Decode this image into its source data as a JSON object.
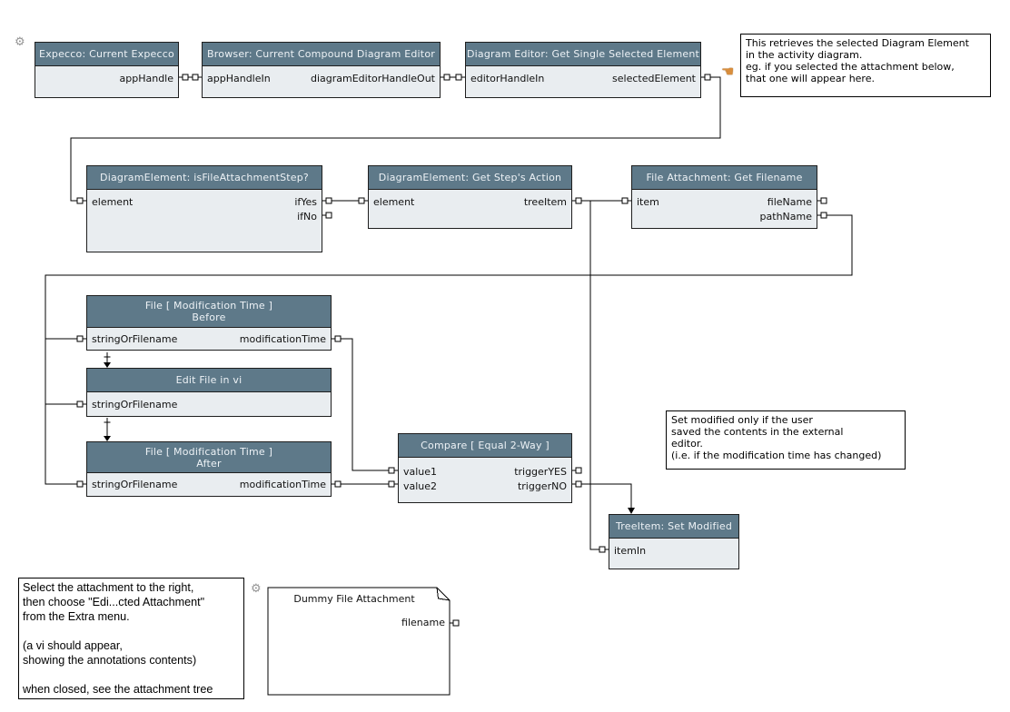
{
  "colors": {
    "canvas": "#ffffff",
    "block_header": "#5e7989",
    "block_body": "#e9edf0",
    "block_border": "#1e1e1e",
    "header_text": "#edf2f6",
    "label_text": "#111111",
    "wire": "#000000",
    "note_bg": "#ffffff",
    "hand_icon": "#d98e3d",
    "gear_icon": "#949494"
  },
  "blocks": [
    {
      "id": "expecco-current",
      "title": "Expecco: Current Expecco",
      "rows": [
        {
          "in": "",
          "out": "appHandle"
        }
      ]
    },
    {
      "id": "browser-editor",
      "title": "Browser: Current Compound Diagram Editor",
      "rows": [
        {
          "in": "appHandleIn",
          "out": "diagramEditorHandleOut"
        }
      ]
    },
    {
      "id": "get-selected-element",
      "title": "Diagram Editor: Get Single Selected Element",
      "rows": [
        {
          "in": "editorHandleIn",
          "out": "selectedElement"
        }
      ]
    },
    {
      "id": "is-file-attachment-step",
      "title": "DiagramElement: isFileAttachmentStep?",
      "rows": [
        {
          "in": "element",
          "out": "ifYes"
        },
        {
          "in": "",
          "out": "ifNo"
        }
      ]
    },
    {
      "id": "get-steps-action",
      "title": "DiagramElement: Get Step's Action",
      "rows": [
        {
          "in": "element",
          "out": "treeItem"
        }
      ]
    },
    {
      "id": "get-filename",
      "title": "File Attachment: Get Filename",
      "rows": [
        {
          "in": "item",
          "out": "fileName"
        },
        {
          "in": "",
          "out": "pathName"
        }
      ]
    },
    {
      "id": "file-mtime-before",
      "title": "File [ Modification Time ]",
      "subtitle": "Before",
      "rows": [
        {
          "in": "stringOrFilename",
          "out": "modificationTime"
        }
      ]
    },
    {
      "id": "edit-file-in-vi",
      "title": "Edit File in vi",
      "rows": [
        {
          "in": "stringOrFilename",
          "out": ""
        }
      ]
    },
    {
      "id": "file-mtime-after",
      "title": "File [ Modification Time ]",
      "subtitle": "After",
      "rows": [
        {
          "in": "stringOrFilename",
          "out": "modificationTime"
        }
      ]
    },
    {
      "id": "compare-equal-2way",
      "title": "Compare [ Equal 2-Way ]",
      "rows": [
        {
          "in": "value1",
          "out": "triggerYES"
        },
        {
          "in": "value2",
          "out": "triggerNO"
        }
      ]
    },
    {
      "id": "treeitem-set-modified",
      "title": "TreeItem: Set Modified",
      "rows": [
        {
          "in": "itemIn",
          "out": ""
        }
      ]
    }
  ],
  "attachment": {
    "title": "Dummy File Attachment",
    "output": "filename"
  },
  "notes": {
    "selected_element": {
      "lines": [
        "This retrieves the selected Diagram Element",
        "in the activity diagram.",
        "eg. if you selected the attachment below,",
        "that one will appear here."
      ]
    },
    "set_modified": {
      "lines": [
        "Set modified only if the user",
        "saved the contents in the external",
        "editor.",
        "(i.e. if the modification time has changed)"
      ]
    },
    "instructions": {
      "lines": [
        "Select the attachment to the right,",
        "then choose \"Edi...cted Attachment\"",
        "from the Extra menu.",
        "",
        "(a vi should appear,",
        "showing the annotations contents)",
        "",
        "when closed, see the attachment tree"
      ]
    }
  },
  "icons": {
    "gear": "⚙",
    "hand": "☚"
  }
}
